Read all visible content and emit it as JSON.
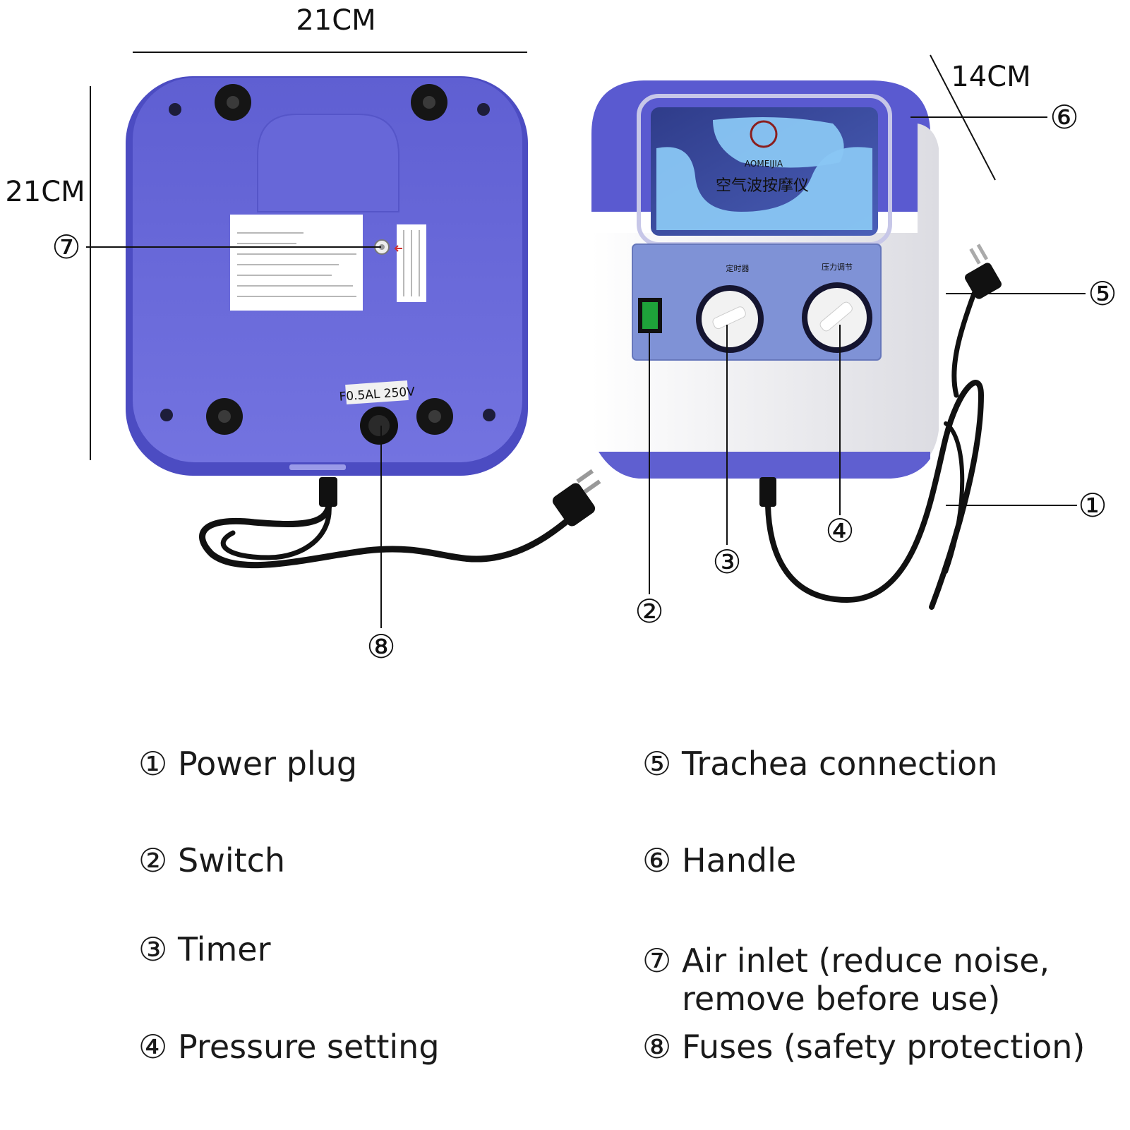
{
  "dimensions": {
    "bottom_width": "21CM",
    "bottom_height": "21CM",
    "front_depth": "14CM"
  },
  "bottom_view": {
    "fuse_label": "F0.5AL 250V"
  },
  "front_view": {
    "brand": "AOMEIJIA",
    "product_name": "空气波按摩仪",
    "timer_label": "定时器",
    "pressure_label": "压力调节"
  },
  "callout_markers": [
    "①",
    "②",
    "③",
    "④",
    "⑤",
    "⑥",
    "⑦",
    "⑧"
  ],
  "legend": [
    {
      "num": "①",
      "text": "Power plug"
    },
    {
      "num": "②",
      "text": "Switch"
    },
    {
      "num": "③",
      "text": "Timer"
    },
    {
      "num": "④",
      "text": "Pressure setting"
    },
    {
      "num": "⑤",
      "text": "Trachea connection"
    },
    {
      "num": "⑥",
      "text": "Handle"
    },
    {
      "num": "⑦",
      "text": "Air inlet (reduce noise,\nremove before use)"
    },
    {
      "num": "⑧",
      "text": "Fuses (safety protection)"
    }
  ],
  "colors": {
    "device_purple": "#6a6ad8",
    "device_purple_dark": "#4e4ec4",
    "device_white": "#f2f2f4",
    "panel_blue": "#7a8fd8",
    "switch_green": "#1ea23a",
    "cable": "#111111"
  }
}
